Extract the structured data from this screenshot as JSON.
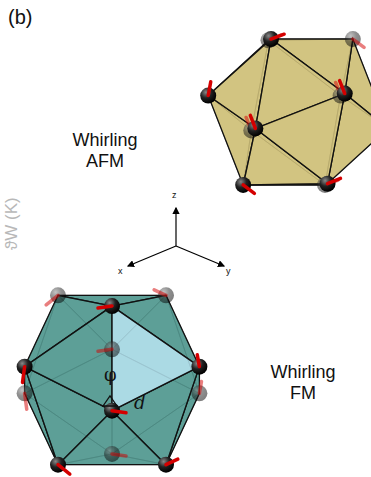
{
  "diagram": {
    "labels": [
      "(b)",
      "Whirling AFM",
      "ϑW (K)",
      "z",
      "x",
      "y",
      "φ",
      "d",
      "Whirling FM"
    ]
  }
}
